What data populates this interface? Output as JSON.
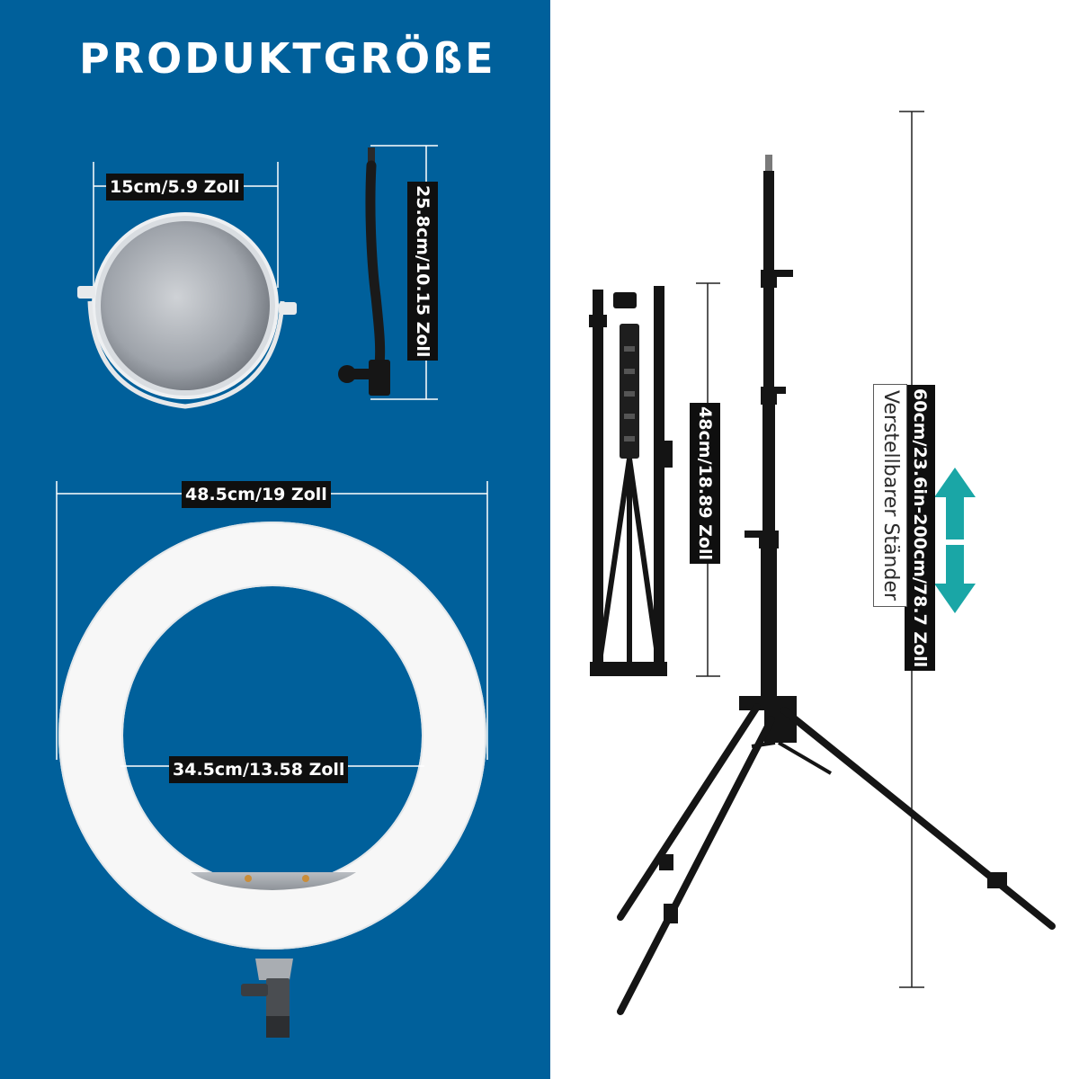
{
  "title": "PRODUKTGRÖßE",
  "colors": {
    "left_background": "#00609b",
    "label_background": "#0f0f0f",
    "arrow": "#1aa6a6",
    "stand": "#111111",
    "ring": "#f7f7f7"
  },
  "dimensions": {
    "mirror_width": "15cm/5.9 Zoll",
    "gooseneck_length": "25.8cm/10.15 Zoll",
    "ring_outer": "48.5cm/19 Zoll",
    "ring_inner": "34.5cm/13.58 Zoll",
    "folded_stand": "48cm/18.89 Zoll",
    "stand_height": "60cm/23.6in-200cm/78.7 Zoll"
  },
  "stand_caption": "Verstellbarer Ständer"
}
